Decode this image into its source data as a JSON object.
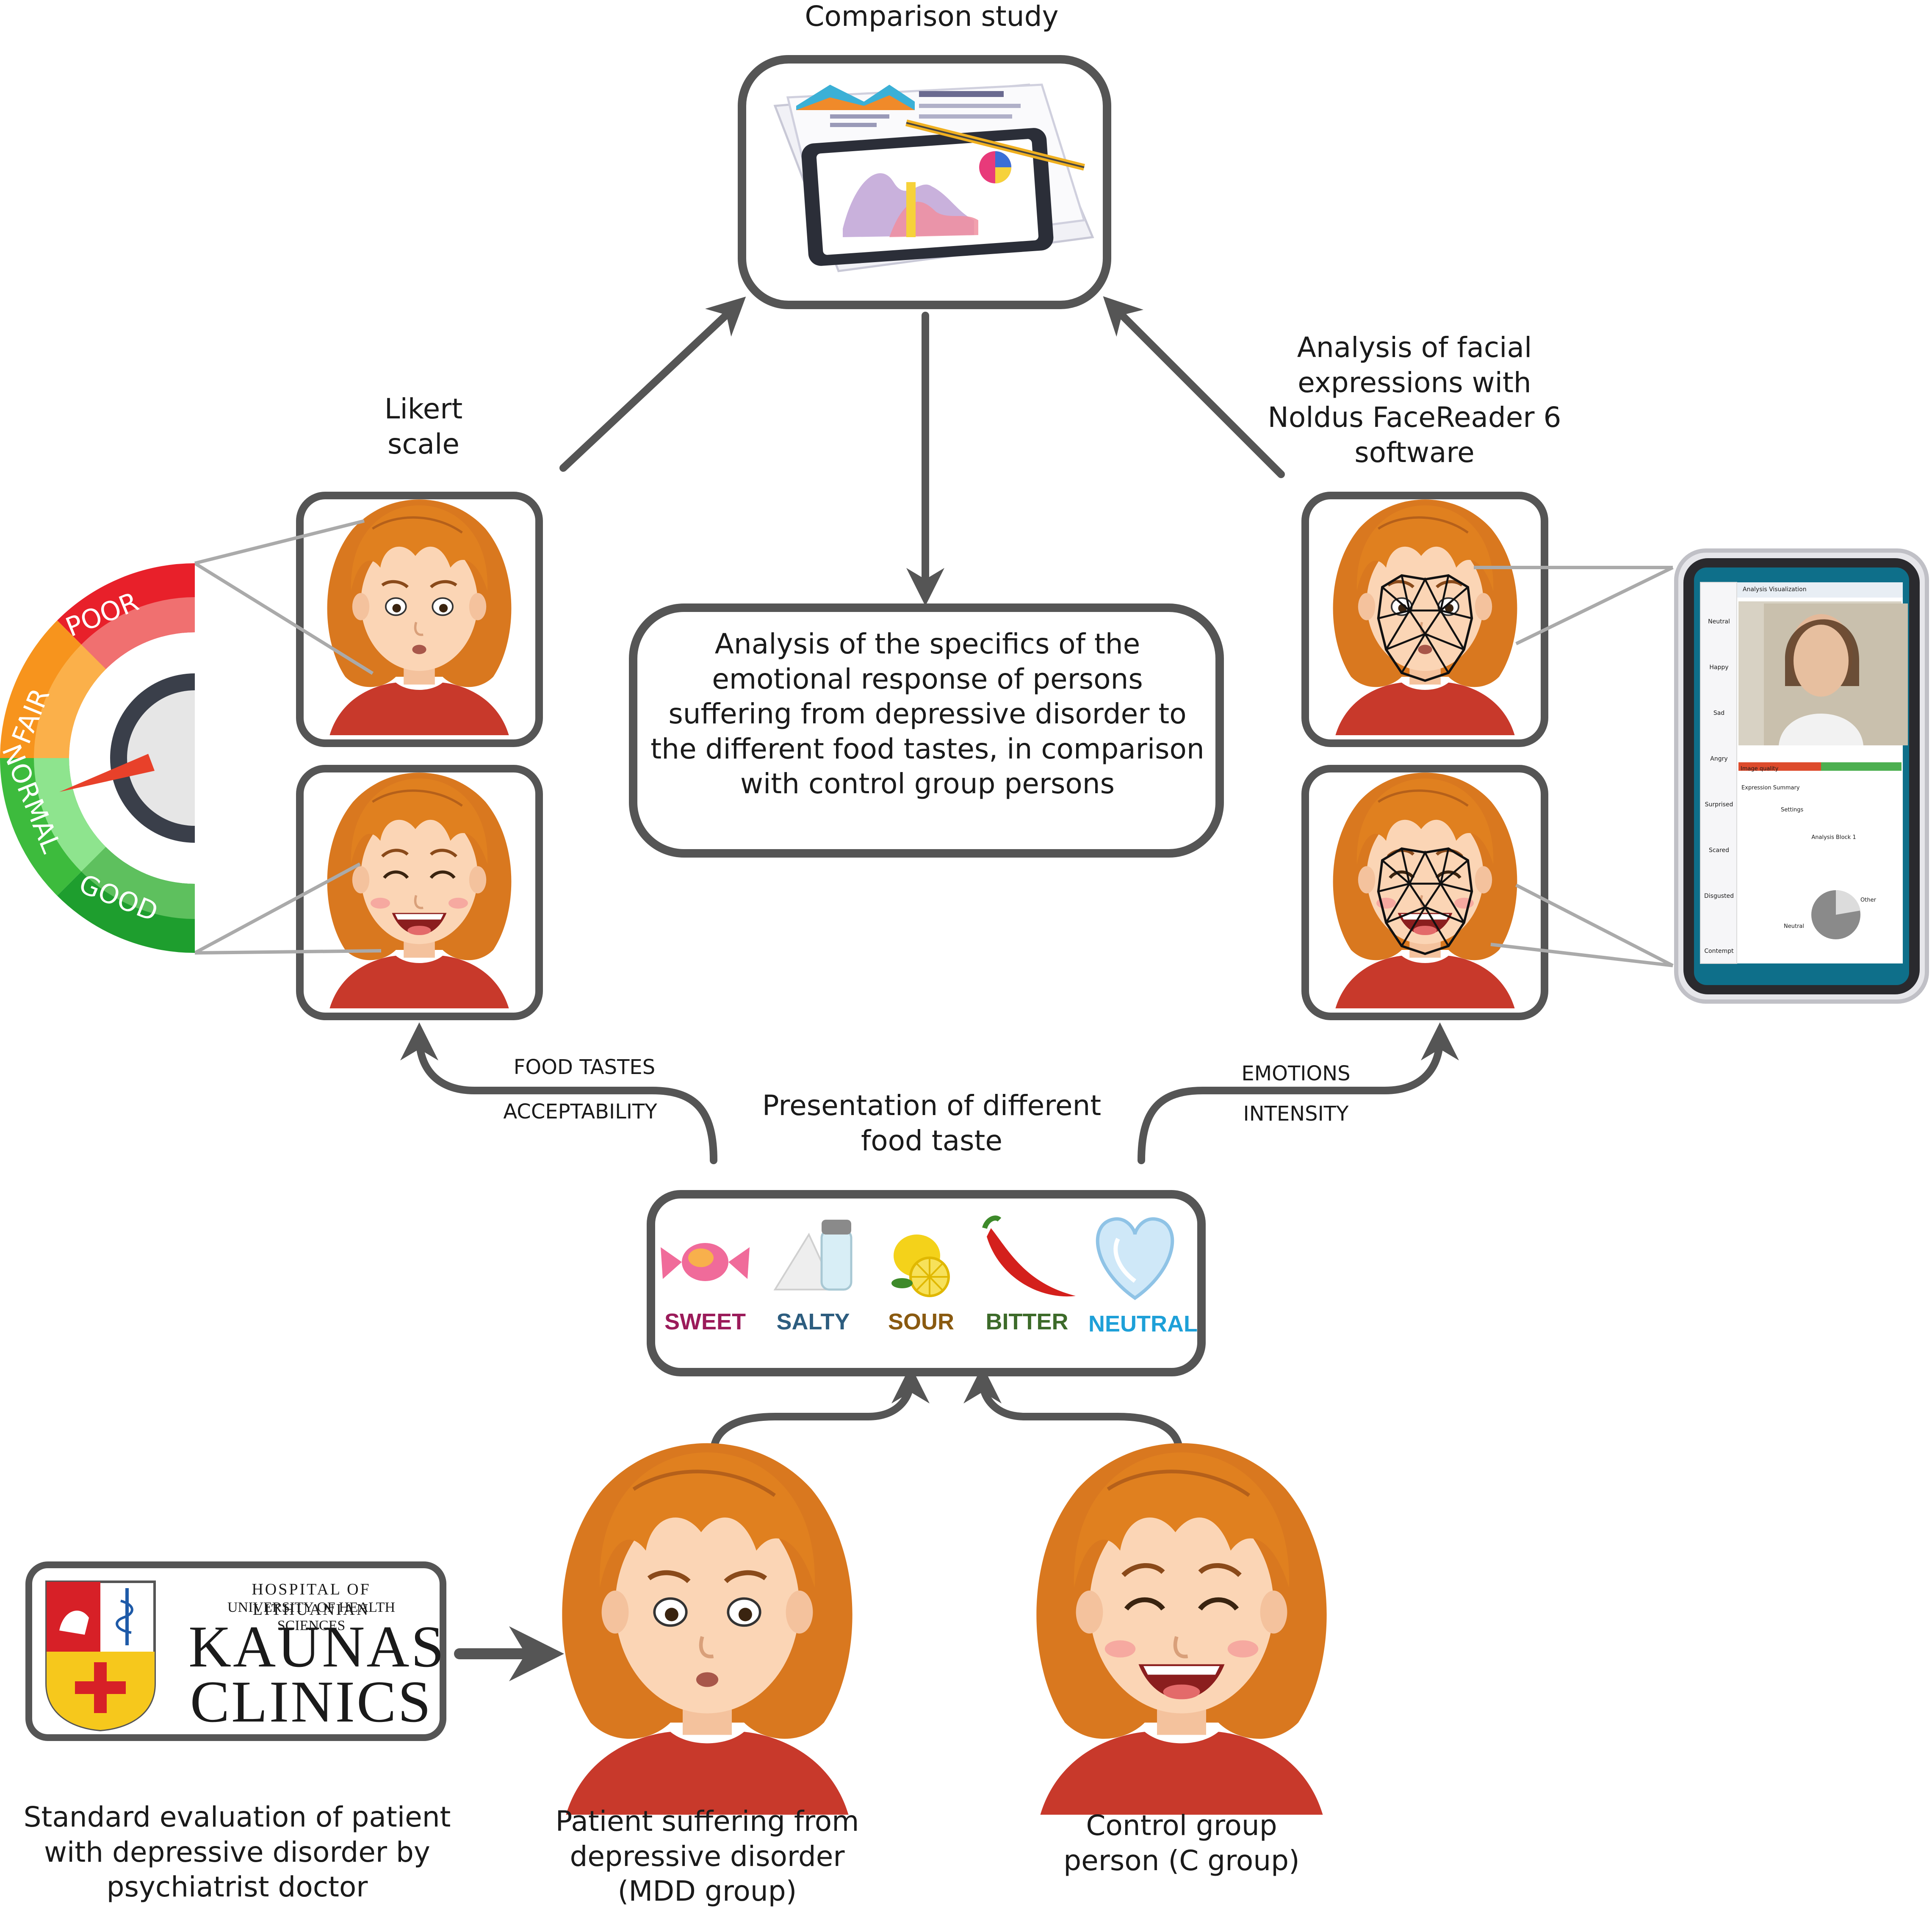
{
  "labels": {
    "comparison": "Comparison study",
    "likert": [
      "Likert",
      "scale"
    ],
    "facereader": [
      "Analysis of facial",
      "expressions with",
      "Noldus FaceReader 6",
      "software"
    ],
    "center_box": [
      "Analysis of the specifics of the",
      "emotional response of persons",
      "suffering from depressive disorder to",
      "the different food tastes, in comparison",
      "with control group persons"
    ],
    "food_tastes": "FOOD TASTES",
    "acceptability": "ACCEPTABILITY",
    "emotions": "EMOTIONS",
    "intensity": "INTENSITY",
    "presentation": [
      "Presentation of different",
      "food taste"
    ],
    "standard_eval": [
      "Standard evaluation of patient",
      "with depressive disorder by",
      "psychiatrist doctor"
    ],
    "patient": [
      "Patient suffering from",
      "depressive disorder",
      "(MDD group)"
    ],
    "control": [
      "Control group",
      "person (C group)"
    ]
  },
  "gauge": {
    "segments": [
      {
        "label": "POOR",
        "color": "#e8202a"
      },
      {
        "label": "FAIR",
        "color": "#f7941d"
      },
      {
        "label": "NORMAL",
        "color": "#3dbb3d"
      },
      {
        "label": "GOOD",
        "color": "#1e9e2e"
      }
    ]
  },
  "tastes": [
    {
      "label": "SWEET",
      "color": "#9b1b5a"
    },
    {
      "label": "SALTY",
      "color": "#2d5d7f"
    },
    {
      "label": "SOUR",
      "color": "#8a5a10"
    },
    {
      "label": "BITTER",
      "color": "#3d6b2a"
    },
    {
      "label": "NEUTRAL",
      "color": "#1ea0d8"
    }
  ],
  "hospital": {
    "line1": "HOSPITAL OF LITHUANIAN",
    "line2": "UNIVERSITY OF HEALTH SCIENCES",
    "name1": "KAUNAS",
    "name2": "CLINICS"
  },
  "phone": {
    "title": "Analysis Visualization",
    "emotions": [
      "Neutral",
      "Happy",
      "Sad",
      "Angry",
      "Surprised",
      "Scared",
      "Disgusted",
      "Contempt"
    ],
    "image_quality": "Image quality",
    "expression_summary": "Expression Summary",
    "settings": "Settings",
    "analysis_block": "Analysis Block 1",
    "pie_other": "Other",
    "pie_neutral": "Neutral"
  },
  "colors": {
    "frame": "#555555",
    "arrow": "#555555",
    "hair": "#d9781f",
    "skin": "#fbd5b5",
    "shirt": "#c8392b"
  }
}
